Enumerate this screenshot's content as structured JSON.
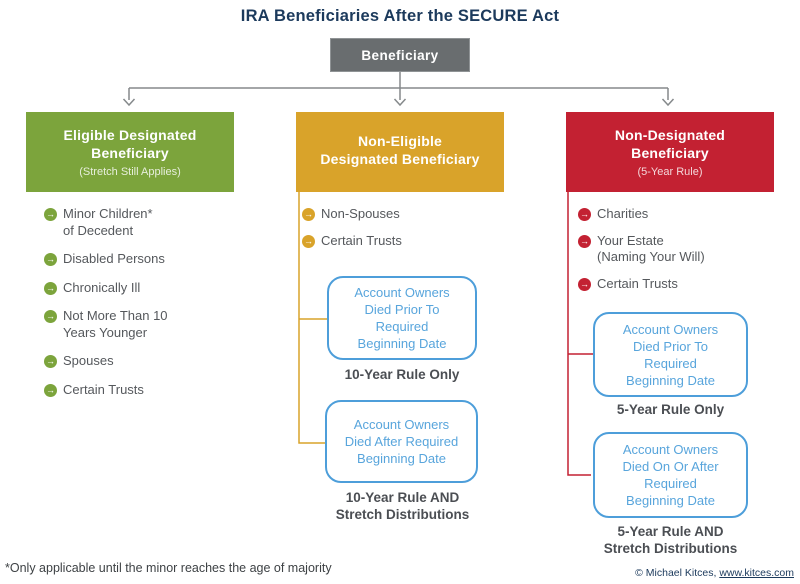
{
  "title": "IRA Beneficiaries After the SECURE Act",
  "root": {
    "label": "Beneficiary"
  },
  "bullet_glyph": "→",
  "columns": [
    {
      "title": "Eligible Designated\nBeneficiary",
      "subtitle": "(Stretch Still Applies)",
      "color": "#7CA43C",
      "items": [
        "Minor Children*\nof Decedent",
        "Disabled Persons",
        "Chronically Ill",
        "Not More Than 10\nYears Younger",
        "Spouses",
        "Certain Trusts"
      ]
    },
    {
      "title": "Non-Eligible\nDesignated Beneficiary",
      "subtitle": "",
      "color": "#D9A32A",
      "items": [
        "Non-Spouses",
        "Certain Trusts"
      ],
      "branches": [
        {
          "box": "Account Owners\nDied Prior To\nRequired\nBeginning Date",
          "label": "10-Year Rule Only"
        },
        {
          "box": "Account Owners\nDied After Required\nBeginning Date",
          "label": "10-Year Rule AND\nStretch Distributions"
        }
      ]
    },
    {
      "title": "Non-Designated\nBeneficiary",
      "subtitle": "(5-Year Rule)",
      "color": "#C32132",
      "items": [
        "Charities",
        "Your Estate\n(Naming Your Will)",
        "Certain Trusts"
      ],
      "branches": [
        {
          "box": "Account Owners\nDied Prior To\nRequired\nBeginning Date",
          "label": "5-Year Rule Only"
        },
        {
          "box": "Account Owners\nDied On Or After\nRequired\nBeginning Date",
          "label": "5-Year Rule AND\nStretch Distributions"
        }
      ]
    }
  ],
  "footnote": "*Only applicable until the minor reaches the age of majority",
  "credit": {
    "prefix": "© Michael Kitces, ",
    "link": "www.kitces.com"
  },
  "colors": {
    "title_navy": "#1C3A5C",
    "node_gray": "#696D6F",
    "green": "#7CA43C",
    "gold": "#D9A32A",
    "red": "#C32132",
    "blue_border": "#4D9EDA",
    "blue_text": "#58A5DC",
    "body_text": "#55585C",
    "label_text": "#4B4E53",
    "connector_gray": "#85898B"
  }
}
